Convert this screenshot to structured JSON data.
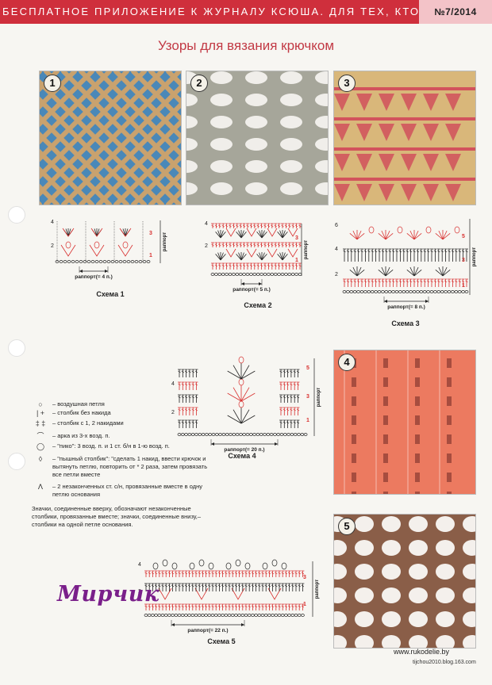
{
  "header": {
    "band_text": "БЕСПЛАТНОЕ ПРИЛОЖЕНИЕ К ЖУРНАЛУ КСЮША. ДЛЯ ТЕХ, КТО ВЯЖЕТ",
    "issue": "№7/2014"
  },
  "page_title": "Узоры для вязания крючком",
  "photos": [
    {
      "num": "1",
      "color": "#c9a26e",
      "bg": "#4a88b8"
    },
    {
      "num": "2",
      "color": "#6a6c58",
      "bg": "#f0eeea"
    },
    {
      "num": "3",
      "color": "#d9b77a",
      "bg": "#cf3a55"
    },
    {
      "num": "4",
      "color": "#ec7a60",
      "bg": "#f39a80"
    },
    {
      "num": "5",
      "color": "#8a5e48",
      "bg": "#f4f0ec"
    }
  ],
  "schemas": {
    "s1": {
      "caption": "Схема 1",
      "repeat": "раппорт(= 4 п.)",
      "side": "раппорт",
      "rows_left": [
        "4",
        "2"
      ],
      "rows_right": [
        "3",
        "1"
      ]
    },
    "s2": {
      "caption": "Схема 2",
      "repeat": "раппорт(= 5 п.)",
      "side": "раппорт",
      "rows_left": [
        "4",
        "2"
      ],
      "rows_right": [
        "3",
        "1"
      ]
    },
    "s3": {
      "caption": "Схема 3",
      "repeat": "раппорт(= 8 п.)",
      "side": "раппорт",
      "rows_left": [
        "6",
        "4",
        "2"
      ],
      "rows_right": [
        "5",
        "3",
        "1"
      ]
    },
    "s4": {
      "caption": "Схема 4",
      "repeat": "раппорт(= 20 п.)",
      "side": "раппорт",
      "rows_left": [
        "4",
        "2"
      ],
      "rows_right": [
        "5",
        "3",
        "1"
      ]
    },
    "s5": {
      "caption": "Схема 5",
      "repeat": "раппорт(= 22 п.)",
      "side": "раппорт",
      "rows_left": [
        "4",
        "2"
      ],
      "rows_right": [
        "3",
        "1"
      ]
    }
  },
  "legend": {
    "items": [
      {
        "sym": "○",
        "text": "– воздушная петля"
      },
      {
        "sym": "| +",
        "text": "– столбик без накида"
      },
      {
        "sym": "‡ ‡",
        "text": "– столбик с 1, 2 накидами"
      },
      {
        "sym": "⌒",
        "text": "– арка из 3-х возд. п."
      },
      {
        "sym": "◯",
        "text": "– \"пико\": 3 возд. п. и 1 ст. б/н в 1-ю возд. п."
      },
      {
        "sym": "◊",
        "text": "– \"пышный столбик\": \"сделать 1 накид, ввести крючок и вытянуть петлю, повторить от * 2 раза, затем провязать все петли вместе"
      },
      {
        "sym": "ᐱ",
        "text": "– 2 незаконченных ст. с/н, провязанные вместе в одну петлю основания"
      }
    ],
    "note": "Значки, соединенные вверху, обозначают незаконченные столбики, провязанные вместе; значки, соединенные внизу,– столбики на одной петле основания."
  },
  "signature": "Мирчик",
  "footer": {
    "url": "www.rukodelie.by",
    "watermark": "tijchou2010.blog.163.com"
  },
  "colors": {
    "band": "#cf2f3c",
    "issue_bg": "#f3c3c8",
    "title": "#c23a45",
    "schema_red": "#d8302f",
    "schema_dark": "#222222",
    "signature": "#7a1f8a"
  }
}
